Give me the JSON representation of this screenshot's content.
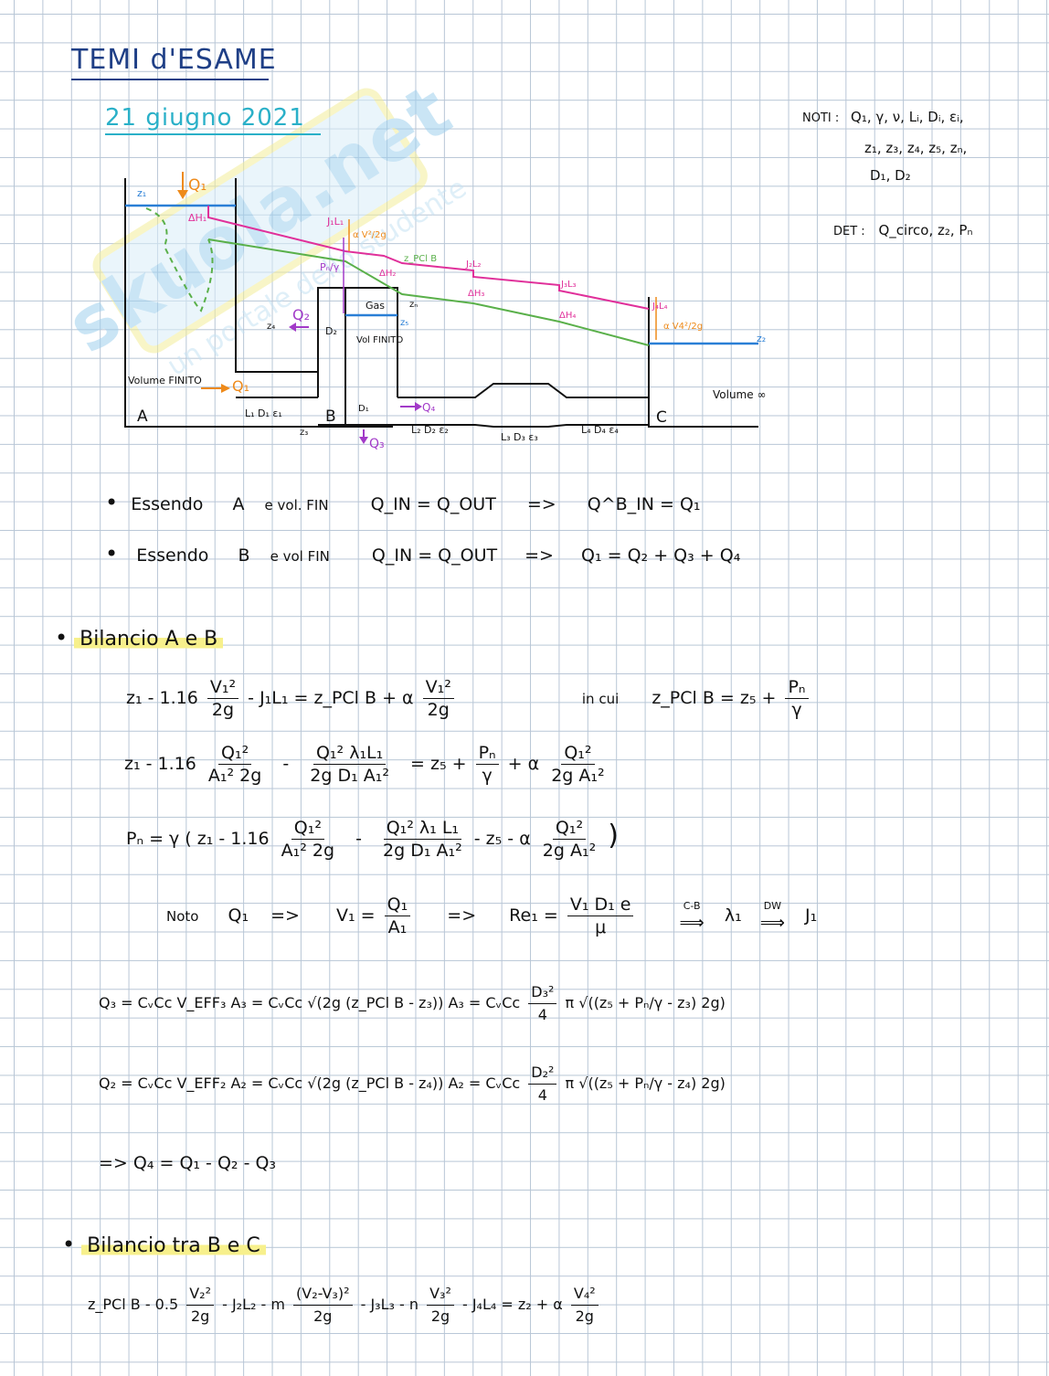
{
  "title": "TEMI d'ESAME",
  "date": "21 giugno 2021",
  "known": {
    "label": "NOTI :",
    "line1": "Q₁, γ, ν, Lᵢ, Dᵢ, εᵢ,",
    "line2": "z₁, z₃, z₄, z₅, zₙ,",
    "line3": "D₁, D₂"
  },
  "determine": {
    "label": "DET :",
    "value": "Q_circo, z₂, Pₙ"
  },
  "diagram": {
    "z1": "z₁",
    "Q1_top": "Q₁",
    "dH1": "ΔH₁",
    "J1L1": "J₁L₁",
    "alpha_v2": "α V²/2g",
    "zpclB": "z_PCl B",
    "Pn_gamma": "Pₙ/γ",
    "dH2": "ΔH₂",
    "J2L2": "J₂L₂",
    "dH3": "ΔH₃",
    "J3L3": "J₃L₃",
    "dH4": "ΔH₄",
    "J4L4": "J₄L₄",
    "alpha_v4": "α V4²/2g",
    "z2": "z₂",
    "gas": "Gas",
    "z5": "z₅",
    "zn": "zₙ",
    "Q2": "Q₂",
    "D2": "D₂",
    "z4": "z₄",
    "vol_finito_B": "Vol FINITO",
    "volume_finito_A": "Volume FINITO",
    "Q1_in": "Q₁",
    "A": "A",
    "B": "B",
    "C": "C",
    "D1": "D₁",
    "Q4": "Q₄",
    "Q3": "Q₃",
    "z3": "z₃",
    "seg1": "L₁ D₁ ε₁",
    "seg2": "L₂ D₂ ε₂",
    "seg3": "L₃ D₃ ε₃",
    "seg4": "L₄ D₄ ε₄",
    "volume_inf": "Volume ∞"
  },
  "statements": [
    {
      "lead": "Essendo",
      "node": "A",
      "text": "e vol. FIN",
      "eq": "Q_IN = Q_OUT",
      "arrow": "=>",
      "result": "Q^B_IN = Q₁"
    },
    {
      "lead": "Essendo",
      "node": "B",
      "text": "e vol FIN",
      "eq": "Q_IN = Q_OUT",
      "arrow": "=>",
      "result": "Q₁ = Q₂ + Q₃ + Q₄"
    }
  ],
  "section1": {
    "heading": "Bilancio A e B"
  },
  "eq1": {
    "left": "z₁ - 1.16",
    "f1n": "V₁²",
    "f1d": "2g",
    "mid": "- J₁L₁ = z_PCl B + α",
    "f2n": "V₁²",
    "f2d": "2g",
    "incui": "in cui",
    "right": "z_PCl B = z₅ +",
    "f3n": "Pₙ",
    "f3d": "γ"
  },
  "eq2": {
    "left": "z₁ - 1.16",
    "f1n": "Q₁²",
    "f1d": "A₁² 2g",
    "minus": "-",
    "f2n": "Q₁² λ₁L₁",
    "f2d": "2g D₁ A₁²",
    "mid": "= z₅ +",
    "f3n": "Pₙ",
    "f3d": "γ",
    "plus": "+ α",
    "f4n": "Q₁²",
    "f4d": "2g A₁²"
  },
  "eq3": {
    "left": "Pₙ = γ ( z₁ - 1.16",
    "f1n": "Q₁²",
    "f1d": "A₁² 2g",
    "minus": "-",
    "f2n": "Q₁² λ₁ L₁",
    "f2d": "2g D₁ A₁²",
    "mid": "- z₅ - α",
    "f3n": "Q₁²",
    "f3d": "2g A₁²",
    "close": ")"
  },
  "eq4": {
    "noto": "Noto",
    "q": "Q₁",
    "arr1": "=>",
    "v": "V₁ =",
    "fn": "Q₁",
    "fd": "A₁",
    "arr2": "=>",
    "re": "Re₁ =",
    "ren": "V₁ D₁ e",
    "red": "μ",
    "cb": "C-B",
    "arr3": "⟹",
    "lam": "λ₁",
    "dw": "DW",
    "arr4": "⟹",
    "j": "J₁"
  },
  "eq5": {
    "left": "Q₃ = CᵥCc V_EFF₃ A₃ = CᵥCc √(2g (z_PCl B - z₃)) A₃ = CᵥCc",
    "fn": "D₃²",
    "fd": "4",
    "right": "π √((z₅ + Pₙ/γ - z₃) 2g)"
  },
  "eq6": {
    "left": "Q₂ = CᵥCc V_EFF₂ A₂ = CᵥCc √(2g (z_PCl B - z₄)) A₂ = CᵥCc",
    "fn": "D₂²",
    "fd": "4",
    "right": "π √((z₅ + Pₙ/γ - z₄) 2g)"
  },
  "eq7": {
    "text": "=> Q₄ = Q₁ - Q₂ - Q₃"
  },
  "section2": {
    "heading": "Bilancio tra B e C"
  },
  "eq8": {
    "left": "z_PCl B - 0.5",
    "f1n": "V₂²",
    "f1d": "2g",
    "m1": "- J₂L₂ - m",
    "f2n": "(V₂-V₃)²",
    "f2d": "2g",
    "m2": "- J₃L₃ - n",
    "f3n": "V₃²",
    "f3d": "2g",
    "m3": "- J₄L₄ = z₂ + α",
    "f4n": "V₄²",
    "f4d": "2g"
  },
  "watermark": {
    "brand": "skuola.net",
    "tagline": "un portale dello studente"
  },
  "colors": {
    "title": "#1f3f86",
    "date": "#2ab0c8",
    "energy": "#e0309a",
    "piezo": "#5ab04a",
    "flow": "#a23ac8",
    "orange": "#ee8a1a",
    "water": "#2a7fd6",
    "highlight": "#f7f08c"
  }
}
